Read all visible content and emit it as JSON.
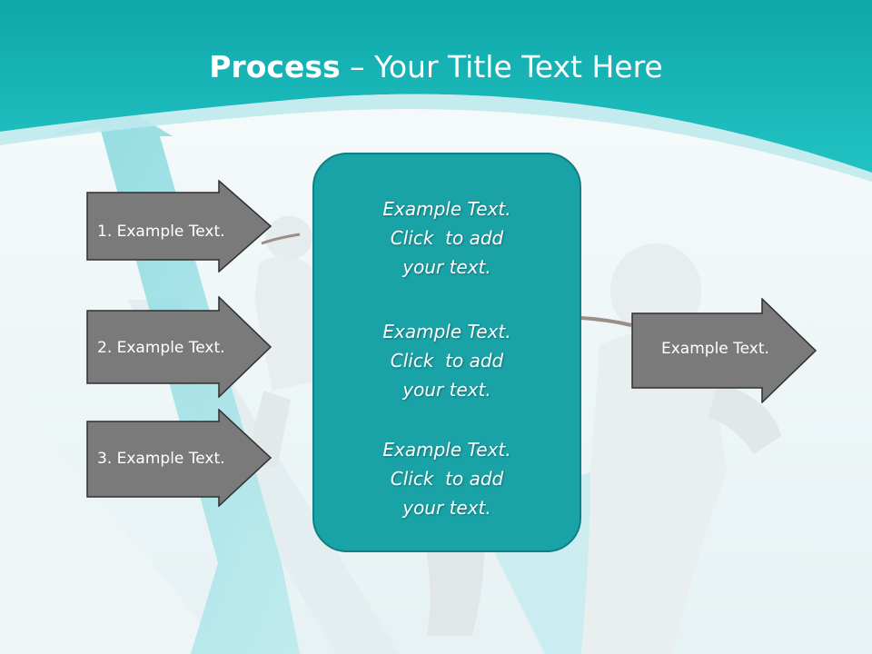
{
  "slide": {
    "title_bold": "Process",
    "title_rest": " – Your Title Text Here",
    "left_arrows": [
      {
        "label": "1. Example Text."
      },
      {
        "label": "2. Example Text."
      },
      {
        "label": "3. Example Text."
      }
    ],
    "right_arrow": {
      "label": "Example Text."
    },
    "panel": {
      "blocks": [
        {
          "lines": [
            "Example Text.",
            "Click  to add",
            "your text."
          ]
        },
        {
          "lines": [
            "Example Text.",
            "Click  to add",
            "your text."
          ]
        },
        {
          "lines": [
            "Example Text.",
            "Click  to add",
            "your text."
          ]
        }
      ]
    }
  },
  "colors": {
    "header_teal": "#1bb3b5",
    "panel_fill": "#1aa3a7",
    "panel_border": "#137e82",
    "arrow_fill": "#7a7a7a",
    "arrow_border": "#2f2f2f"
  },
  "images": {
    "background_illustration": "figures-pulling-rope-on-teal-arrow"
  }
}
